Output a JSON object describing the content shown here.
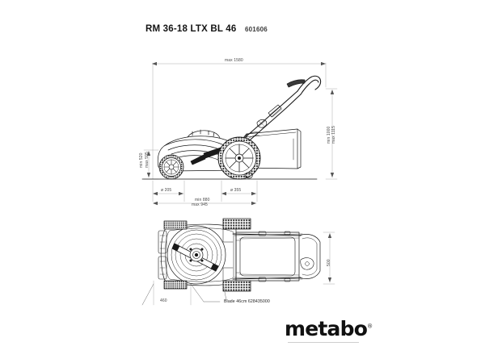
{
  "document": {
    "brand": "metabo",
    "registered_mark": "®",
    "product_title": "RM 36-18 LTX BL 46",
    "article_number": "601606",
    "background_color": "#ffffff",
    "line_color": "#1a1a1a",
    "dimension_color": "#4a4a4a"
  },
  "views": {
    "side": {
      "name": "side-elevation-view",
      "dimensions": {
        "overall_length": "max 1580",
        "overall_height": "min 1000\nmax 1115",
        "height_stack": "min 1000",
        "height_stack_2": "max 1115",
        "front_wheel_diameter": "ø 205",
        "rear_wheel_diameter": "ø 355",
        "handle_height": "min 880",
        "handle_height_2": "max 945",
        "deck_height": "min 520",
        "deck_height_2": "max 595"
      }
    },
    "top": {
      "name": "plan-top-view",
      "dimensions": {
        "cutting_width": "460",
        "overall_width": "500"
      },
      "callout": {
        "label": "Blade 46cm 628435000"
      }
    }
  }
}
